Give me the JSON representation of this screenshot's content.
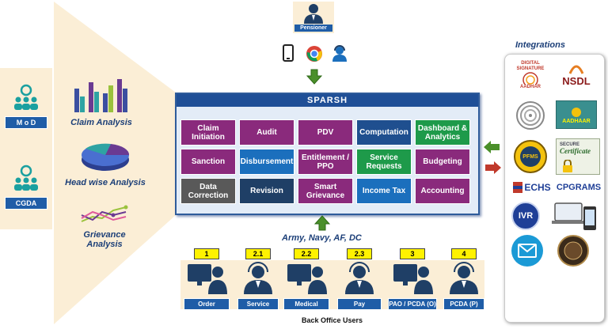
{
  "left_roles": [
    {
      "label": "M o D"
    },
    {
      "label": "CGDA"
    }
  ],
  "analyses": [
    {
      "caption": "Claim Analysis"
    },
    {
      "caption": "Head wise Analysis"
    },
    {
      "caption_l1": "Grievance",
      "caption_l2": "Analysis"
    }
  ],
  "pensioner": {
    "label": "Pensioner"
  },
  "sparsh": {
    "title": "SPARSH",
    "modules": [
      {
        "label": "Claim Initiation",
        "color": "#8a2a7c"
      },
      {
        "label": "Audit",
        "color": "#8a2a7c"
      },
      {
        "label": "PDV",
        "color": "#8a2a7c"
      },
      {
        "label": "Computation",
        "color": "#1f4f8f"
      },
      {
        "label": "Dashboard & Analytics",
        "color": "#1e9a4a"
      },
      {
        "label": "Sanction",
        "color": "#8a2a7c"
      },
      {
        "label": "Disbursement",
        "color": "#1b6fbd"
      },
      {
        "label": "Entitlement / PPO",
        "color": "#8a2a7c"
      },
      {
        "label": "Service Requests",
        "color": "#1e9a4a"
      },
      {
        "label": "Budgeting",
        "color": "#8a2a7c"
      },
      {
        "label": "Data Correction",
        "color": "#595959"
      },
      {
        "label": "Revision",
        "color": "#1f3f66"
      },
      {
        "label": "Smart Grievance",
        "color": "#8a2a7c"
      },
      {
        "label": "Income Tax",
        "color": "#1b6fbd"
      },
      {
        "label": "Accounting",
        "color": "#8a2a7c"
      }
    ]
  },
  "army_label": "Army, Navy, AF, DC",
  "back_office": {
    "caption": "Back Office Users",
    "users": [
      {
        "num": "1",
        "label": "Order",
        "kind": "monitor"
      },
      {
        "num": "2.1",
        "label": "Service",
        "kind": "agent"
      },
      {
        "num": "2.2",
        "label": "Medical",
        "kind": "monitor"
      },
      {
        "num": "2.3",
        "label": "Pay",
        "kind": "agent"
      },
      {
        "num": "3",
        "label": "PAO / PCDA (O)",
        "kind": "monitor"
      },
      {
        "num": "4",
        "label": "PCDA (P)",
        "kind": "agent"
      }
    ]
  },
  "integrations": {
    "title": "Integrations",
    "digital_signature_l1": "DIGITAL",
    "digital_signature_l2": "SIGNATURE",
    "aadhar": "AADHAR",
    "nsdl": "NSDL",
    "aadhaar": "AADHAAR",
    "pfms": "PFMS",
    "secure": "SECURE",
    "certificate": "Certificate",
    "echs": "ECHS",
    "cpgrams": "CPGRAMS",
    "ivr": "IVR"
  }
}
